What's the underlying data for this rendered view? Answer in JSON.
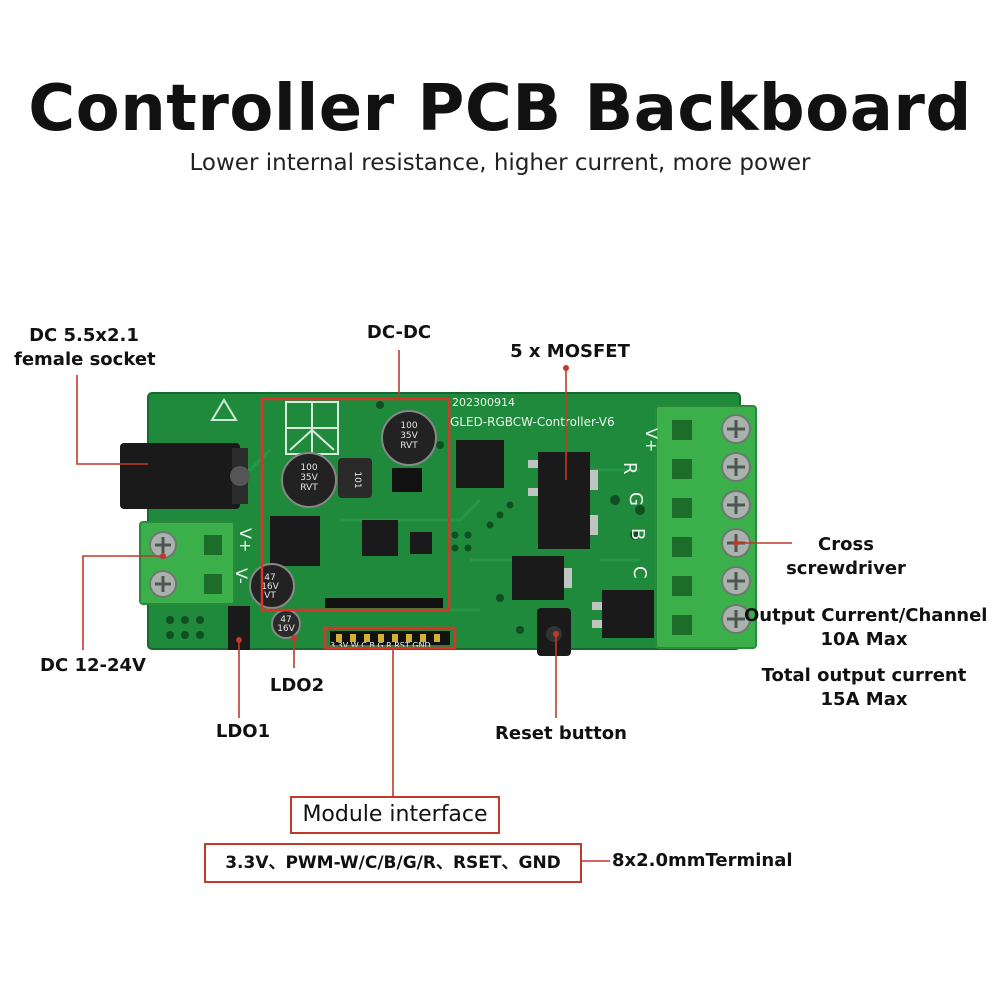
{
  "header": {
    "title": "Controller PCB Backboard",
    "subtitle": "Lower internal resistance, higher current, more power"
  },
  "board": {
    "date_code": "202300914",
    "model": "GLED-RGBCW-Controller-V6",
    "silk_channels": [
      "V+",
      "R",
      "G",
      "B",
      "C"
    ],
    "silk_input": "V+",
    "silk_input_minus": "V-",
    "header_pins": "3.3V W C B G R RST GND",
    "cap_big": [
      "100",
      "35V",
      "RVT"
    ],
    "cap_small": [
      "47",
      "16V",
      "VT"
    ],
    "cap_ldo2": [
      "47",
      "16V"
    ],
    "inductor": "101",
    "colors": {
      "pcb": "#1f8a3c",
      "pcb_dark": "#176e2f",
      "terminal": "#3bb04a",
      "highlight": "#d9342b"
    }
  },
  "labels": {
    "dc_socket": [
      "DC 5.5x2.1",
      "female socket"
    ],
    "dc_dc": "DC-DC",
    "mosfet": "5 x MOSFET",
    "cross": [
      "Cross",
      "screwdriver"
    ],
    "output_channel": [
      "Output Current/Channel",
      "10A Max"
    ],
    "total_output": [
      "Total output current",
      "15A Max"
    ],
    "dc_input": "DC 12-24V",
    "ldo2": "LDO2",
    "ldo1": "LDO1",
    "reset": "Reset button",
    "module_interface": "Module interface",
    "pins_description": "3.3V、PWM-W/C/B/G/R、RSET、GND",
    "terminal_spec": "8x2.0mmTerminal"
  }
}
